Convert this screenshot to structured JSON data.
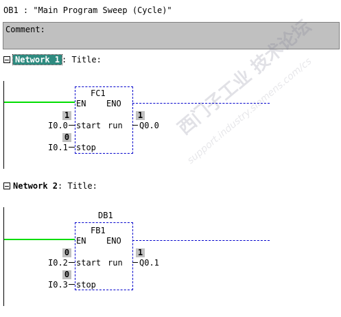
{
  "header": {
    "ob": "OB1 :",
    "title": "\"Main Program Sweep (Cycle)\""
  },
  "comment": {
    "label": "Comment:"
  },
  "watermark": {
    "text": "西门子工业 技术论坛",
    "url": "support.industry.siemens.com/cs"
  },
  "networks": [
    {
      "label": "Network 1",
      "title_sep": ": Title:",
      "block_name": "FC1",
      "db_name": "",
      "en": "EN",
      "eno": "ENO",
      "in1_addr": "I0.0",
      "in1_val": "1",
      "in1_pin": "start",
      "in2_addr": "I0.1",
      "in2_val": "0",
      "in2_pin": "stop",
      "out_pin": "run",
      "out_val": "1",
      "out_addr": "Q0.0"
    },
    {
      "label": "Network 2",
      "title_sep": ": Title:",
      "block_name": "FB1",
      "db_name": "DB1",
      "en": "EN",
      "eno": "ENO",
      "in1_addr": "I0.2",
      "in1_val": "0",
      "in1_pin": "start",
      "in2_addr": "I0.3",
      "in2_val": "0",
      "in2_pin": "stop",
      "out_pin": "run",
      "out_val": "1",
      "out_addr": "Q0.1"
    }
  ],
  "colors": {
    "power_flow": "#00dd00",
    "box_border": "#0000cc",
    "selected": "#2e8b80"
  }
}
